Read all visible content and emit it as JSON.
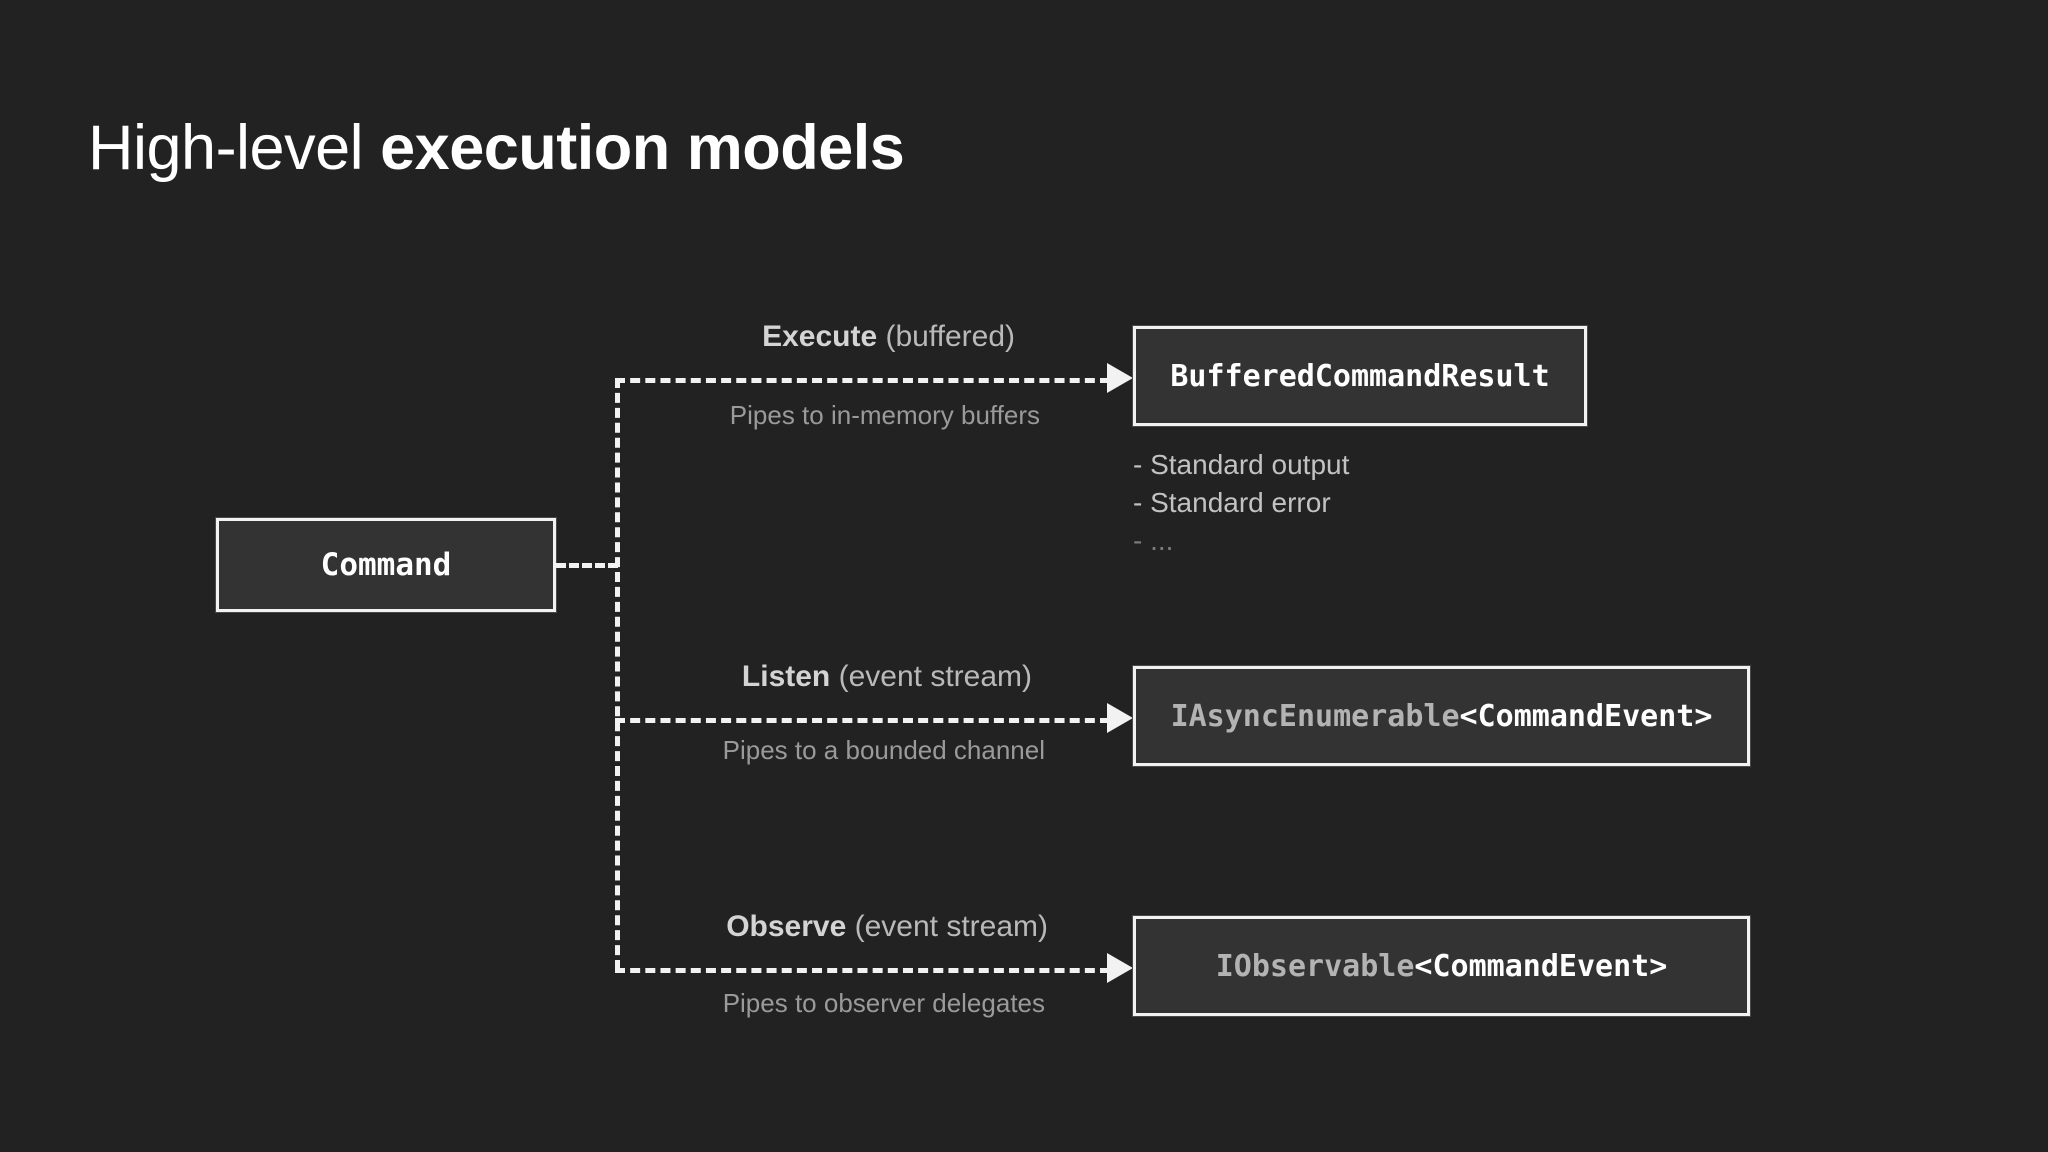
{
  "slide": {
    "title": {
      "regular": "High-level ",
      "bold": "execution models"
    },
    "background_color": "#222222",
    "line_color": "#f2f2f2",
    "box_fill_color": "#333333",
    "muted_text_color": "#9a9a9a"
  },
  "source_node": {
    "label": "Command"
  },
  "branches": [
    {
      "label_strong": "Execute",
      "label_soft": " (buffered)",
      "sublabel": "Pipes to in-memory buffers",
      "target_name": "BufferedCommandResult",
      "target_generic": ""
    },
    {
      "label_strong": "Listen",
      "label_soft": " (event stream)",
      "sublabel": "Pipes to a bounded channel",
      "target_name": "IAsyncEnumerable",
      "target_generic": "<CommandEvent>"
    },
    {
      "label_strong": "Observe",
      "label_soft": " (event stream)",
      "sublabel": "Pipes to observer delegates",
      "target_name": "IObservable",
      "target_generic": "<CommandEvent>"
    }
  ],
  "buffered_result_members": [
    {
      "text": "- Standard output",
      "faded": false
    },
    {
      "text": "- Standard error",
      "faded": false
    },
    {
      "text": "- ...",
      "faded": true
    }
  ]
}
